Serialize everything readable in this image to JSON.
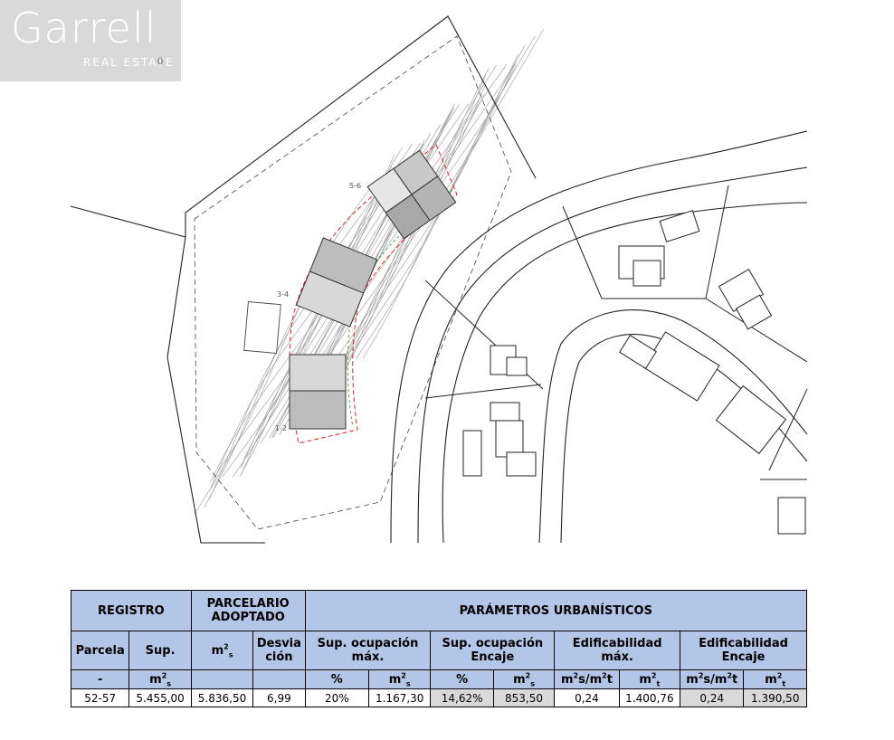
{
  "logo": {
    "brand": "Garrell",
    "tagline": "REAL ESTATE",
    "stray": "0"
  },
  "plan_labels": {
    "plot_1_2": "1-2",
    "plot_3_4": "3-4",
    "plot_5_6": "5-6"
  },
  "table": {
    "header": {
      "registro": "REGISTRO",
      "parcelario_l1": "PARCELARIO",
      "parcelario_l2": "ADOPTADO",
      "parametros": "PARÁMETROS URBANÍSTICOS",
      "parcela": "Parcela",
      "sup": "Sup.",
      "m2s_base": "m",
      "m2s_sup": "2",
      "m2s_sub": "s",
      "desvia_l1": "Desvia",
      "desvia_l2": "ción",
      "sup_ocup_max_l1": "Sup. ocupación",
      "sup_ocup_max_l2": "máx.",
      "sup_ocup_enc_l1": "Sup. ocupación",
      "sup_ocup_enc_l2": "Encaje",
      "edif_max_l1": "Edificabilidad",
      "edif_max_l2": "máx.",
      "edif_enc_l1": "Edificabilidad",
      "edif_enc_l2": "Encaje",
      "dash": "-",
      "pct": "%",
      "m2_base": "m",
      "sup2": "2",
      "sub_s": "s",
      "sub_t": "t",
      "ratio_a": "m",
      "ratio_b": "s/m",
      "ratio_c": "t"
    },
    "row": {
      "parcela": "52-57",
      "sup": "5.455,00",
      "m2s": "5.836,50",
      "desviacion": "6,99",
      "ocup_max_pct": "20%",
      "ocup_max_m2s": "1.167,30",
      "ocup_enc_pct": "14,62%",
      "ocup_enc_m2s": "853,50",
      "edif_max_ratio": "0,24",
      "edif_max_m2t": "1.400,76",
      "edif_enc_ratio": "0,24",
      "edif_enc_m2t": "1.390,50"
    }
  },
  "colors": {
    "header_fill": "#b4c6e7",
    "encaje_fill": "#d9d9d9",
    "setback_line": "#e02020",
    "green_line": "#2a8a2a"
  }
}
